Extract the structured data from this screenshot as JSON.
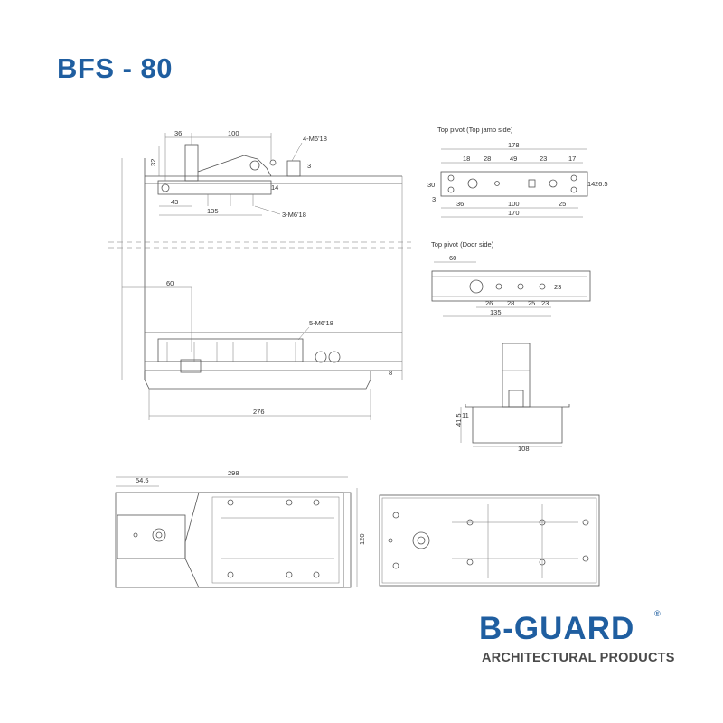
{
  "title": "BFS - 80",
  "brand": {
    "name": "B-GUARD",
    "registered": "®",
    "tagline": "ARCHITECTURAL PRODUCTS",
    "color": "#1f5ea0"
  },
  "labels": {
    "top_pivot_jamb": "Top pivot (Top jamb side)",
    "top_pivot_door": "Top pivot (Door side)",
    "screw_4": "4-M6'18",
    "screw_3": "3-M6'18",
    "screw_5": "5-M6'18"
  },
  "dims": {
    "d36": "36",
    "d100": "100",
    "d32": "32",
    "d3": "3",
    "d14a": "14",
    "d43": "43",
    "d135a": "135",
    "d60a": "60",
    "d8": "8",
    "d276": "276",
    "d178": "178",
    "d18": "18",
    "d28a": "28",
    "d49": "49",
    "d23a": "23",
    "d17": "17",
    "d30": "30",
    "d14b": "14",
    "d26_5": "26.5",
    "d3b": "3",
    "d36b": "36",
    "d100b": "100",
    "d25a": "25",
    "d170": "170",
    "d60b": "60",
    "d23b": "23",
    "d26": "26",
    "d28b": "28",
    "d25b": "25",
    "d23c": "23",
    "d135b": "135",
    "d41_5": "41.5",
    "d11": "11",
    "d108": "108",
    "d54_5": "54.5",
    "d298": "298",
    "d120": "120"
  }
}
